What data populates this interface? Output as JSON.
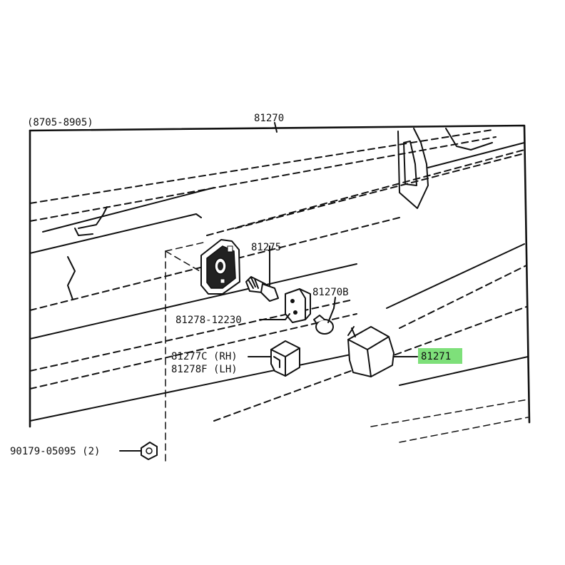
{
  "header_range": "(8705-8905)",
  "parts": {
    "assembly": "81270",
    "socket": "81275",
    "bulb": "81270B",
    "screw": "81278-12230",
    "cover_rh": "81277C (RH)",
    "cover_lh": "81278F (LH)",
    "lens": "81271",
    "nut": "90179-05095 (2)"
  },
  "highlight_color": "#7ee07a"
}
